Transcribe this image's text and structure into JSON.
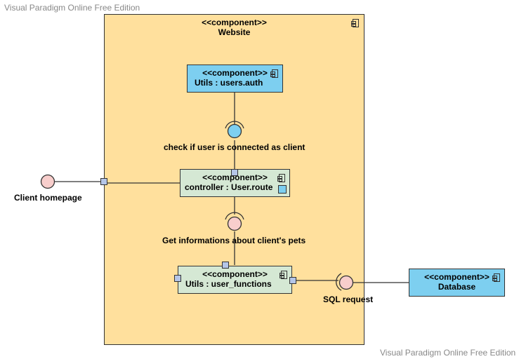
{
  "watermark": {
    "top": "Visual Paradigm Online Free Edition",
    "bottom": "Visual Paradigm Online Free Edition"
  },
  "components": {
    "website": {
      "stereotype": "<<component>>",
      "name": "Website"
    },
    "utils_auth": {
      "stereotype": "<<component>>",
      "name": "Utils : users.auth"
    },
    "controller": {
      "stereotype": "<<component>>",
      "name": "controller : User.route"
    },
    "utils_functions": {
      "stereotype": "<<component>>",
      "name": "Utils : user_functions"
    },
    "database": {
      "stereotype": "<<component>>",
      "name": "Database"
    }
  },
  "interfaces": {
    "check_connected": "check if user is connected as client",
    "client_homepage": "Client homepage",
    "get_pets": "Get informations about client's pets",
    "sql_request": "SQL request"
  },
  "colors": {
    "website_fill": "#ffe09d",
    "blue_fill": "#7dcff0",
    "green_fill": "#d5e8d4",
    "pink_fill": "#f8cecc",
    "port_fill": "#b5c6e8"
  }
}
